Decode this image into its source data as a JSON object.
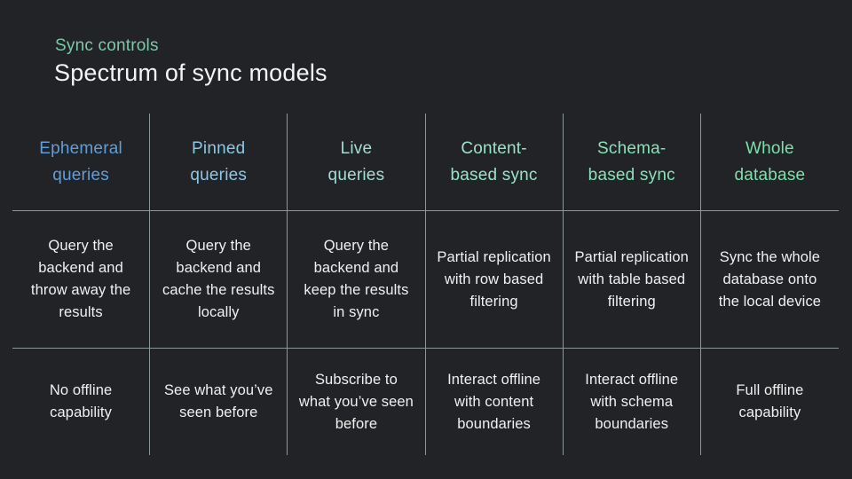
{
  "slide": {
    "eyebrow": "Sync controls",
    "title": "Spectrum of sync models"
  },
  "colors": {
    "background": "#212326",
    "grid_line": "#8b9894",
    "eyebrow_text": "#7cc8a7",
    "title_text": "#f4f4f4",
    "body_text": "#f0f0f0"
  },
  "table": {
    "columns": [
      {
        "header": "Ephemeral\nqueries",
        "header_color": "#5f9edb",
        "description": "Query the\nbackend and\nthrow away the\nresults",
        "offline": "No offline\ncapability"
      },
      {
        "header": "Pinned\nqueries",
        "header_color": "#8cc7e6",
        "description": "Query the\nbackend and\ncache the results\nlocally",
        "offline": "See what you’ve\nseen before"
      },
      {
        "header": "Live\nqueries",
        "header_color": "#a4ddd6",
        "description": "Query the\nbackend and\nkeep the results\nin sync",
        "offline": "Subscribe to\nwhat you’ve seen\nbefore"
      },
      {
        "header": "Content-\nbased sync",
        "header_color": "#98e3c6",
        "description": "Partial replication\nwith row based\nfiltering",
        "offline": "Interact offline\nwith content\nboundaries"
      },
      {
        "header": "Schema-\nbased sync",
        "header_color": "#88e1b9",
        "description": "Partial replication\nwith table based\nfiltering",
        "offline": "Interact offline\nwith schema\nboundaries"
      },
      {
        "header": "Whole\ndatabase",
        "header_color": "#7ce0aa",
        "description": "Sync the whole\ndatabase onto\nthe local device",
        "offline": "Full offline\ncapability"
      }
    ]
  }
}
